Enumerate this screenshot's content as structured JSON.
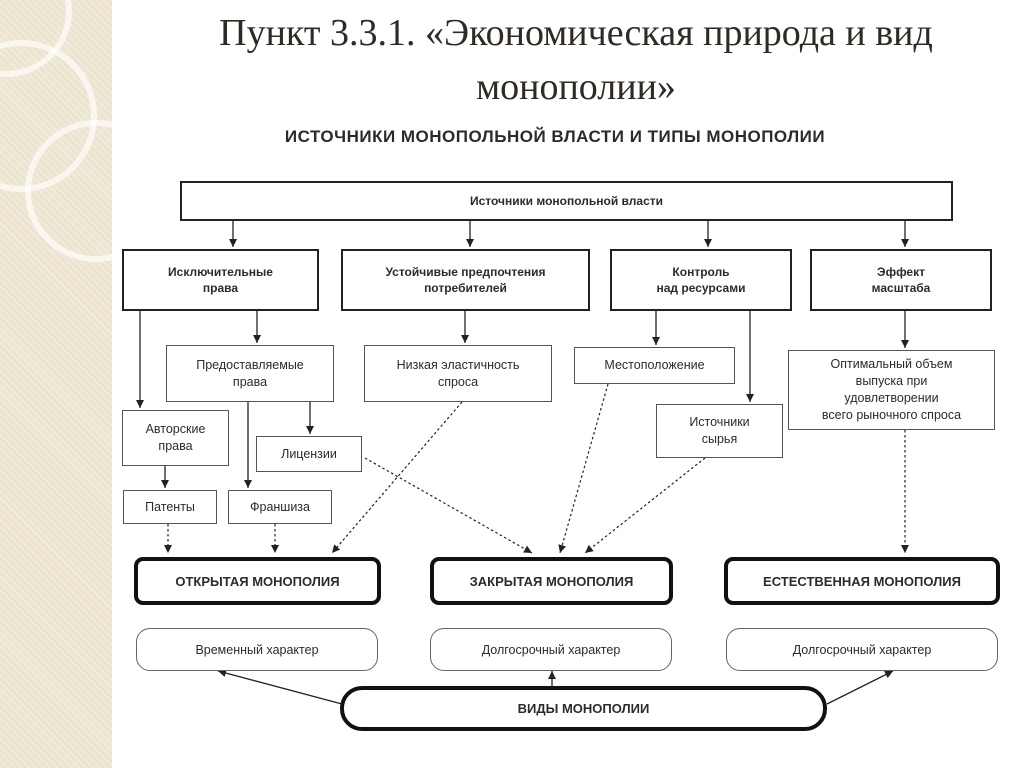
{
  "slide": {
    "title": "Пункт 3.3.1. «Экономическая природа и вид монополии»"
  },
  "diagram": {
    "title": "ИСТОЧНИКИ МОНОПОЛЬНОЙ ВЛАСТИ И ТИПЫ МОНОПОЛИИ",
    "root": "Источники монопольной власти",
    "sources": {
      "exclusive_rights": "Исключительные\nправа",
      "consumer_prefs": "Устойчивые предпочтения\nпотребителей",
      "resource_control": "Контроль\nнад ресурсами",
      "scale_effect": "Эффект\nмасштаба"
    },
    "details": {
      "granted_rights": "Предоставляемые\nправа",
      "low_elasticity": "Низкая эластичность\nспроса",
      "location": "Местоположение",
      "optimal_output": "Оптимальный объем\nвыпуска при\nудовлетворении\nвсего рыночного спроса",
      "copyright": "Авторские\nправа",
      "licenses": "Лицензии",
      "raw_sources": "Источники\nсырья",
      "patents": "Патенты",
      "franchise": "Франшиза"
    },
    "types": {
      "open": "ОТКРЫТАЯ МОНОПОЛИЯ",
      "closed": "ЗАКРЫТАЯ МОНОПОЛИЯ",
      "natural": "ЕСТЕСТВЕННАЯ МОНОПОЛИЯ"
    },
    "character": {
      "temporary": "Временный характер",
      "long_term_1": "Долгосрочный характер",
      "long_term_2": "Долгосрочный характер"
    },
    "kinds": "ВИДЫ МОНОПОЛИИ"
  },
  "colors": {
    "sidebar": "#ece4cf",
    "title_text": "#2f2a24",
    "line": "#222222"
  }
}
